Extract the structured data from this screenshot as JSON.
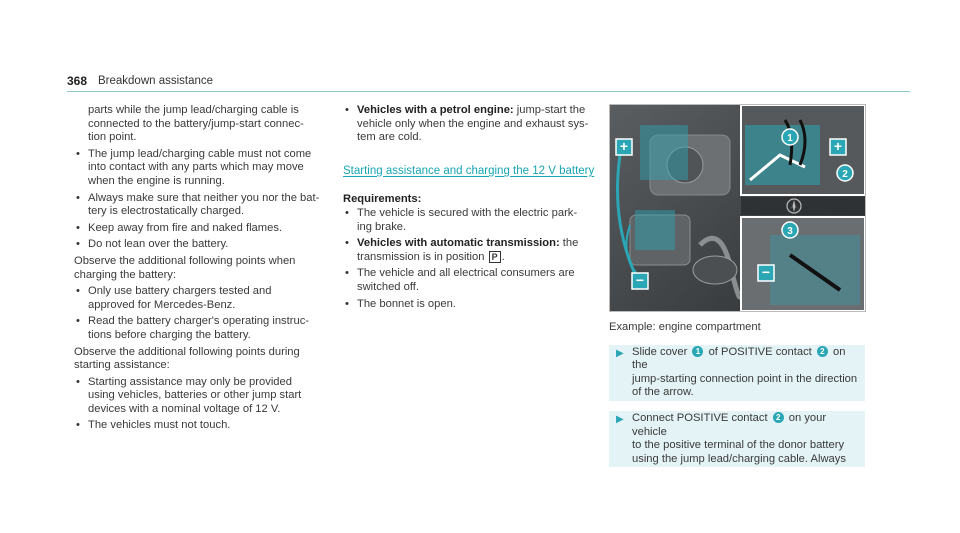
{
  "header": {
    "page_number": "368",
    "section": "Breakdown assistance"
  },
  "col1": {
    "cont": [
      "parts while the jump lead/charging cable is",
      "connected to the battery/jump-start connec-",
      "tion point."
    ],
    "bullets_a": [
      [
        "The jump lead/charging cable must not come",
        "into contact with any parts which may move",
        "when the engine is running."
      ],
      [
        "Always make sure that neither you nor the bat-",
        "tery is electrostatically charged."
      ],
      [
        "Keep away from fire and naked flames."
      ],
      [
        "Do not lean over the battery."
      ]
    ],
    "observe1": [
      "Observe the additional following points when",
      "charging the battery:"
    ],
    "bullets_b": [
      [
        "Only use battery chargers tested and",
        "approved for Mercedes-Benz."
      ],
      [
        "Read the battery charger's operating instruc-",
        "tions before charging the battery."
      ]
    ],
    "observe2": [
      "Observe the additional following points during",
      "starting assistance:"
    ],
    "bullets_c": [
      [
        "Starting assistance may only be provided",
        "using vehicles, batteries or other jump start",
        "devices with a nominal voltage of 12 V."
      ],
      [
        "The vehicles must not touch."
      ]
    ]
  },
  "col2": {
    "petrol_label": "Vehicles with a petrol engine:",
    "petrol_text": [
      "jump-start the",
      "vehicle only when the engine and exhaust sys-",
      "tem are cold."
    ],
    "link_heading": "Starting assistance and charging the 12 V battery",
    "req_heading": "Requirements:",
    "req1": [
      "The vehicle is secured with the electric park-",
      "ing brake."
    ],
    "auto_label": "Vehicles with automatic transmission:",
    "auto_after": "the",
    "auto_line2_pre": "transmission is in position",
    "gear_symbol": "P",
    "auto_line2_post": ".",
    "req3": [
      "The vehicle and all electrical consumers are",
      "switched off."
    ],
    "req4": [
      "The bonnet is open."
    ]
  },
  "col3": {
    "figure_labels": {
      "plus": "+",
      "minus": "−",
      "n1": "1",
      "n2": "2",
      "n3": "3"
    },
    "caption": "Example: engine compartment",
    "step1": {
      "t1": "Slide cover",
      "n1": "1",
      "t2": "of POSITIVE contact",
      "n2": "2",
      "t3": "on the",
      "l2": "jump-starting connection point in the direction",
      "l3": "of the arrow."
    },
    "step2": {
      "t1": "Connect POSITIVE contact",
      "n1": "2",
      "t2": "on your vehicle",
      "l2": "to the positive terminal of the donor battery",
      "l3": "using the jump lead/charging cable. Always"
    }
  },
  "colors": {
    "accent": "#2aa6b5",
    "step_bg": "#e3f3f6",
    "rule": "#8ec9cf"
  }
}
